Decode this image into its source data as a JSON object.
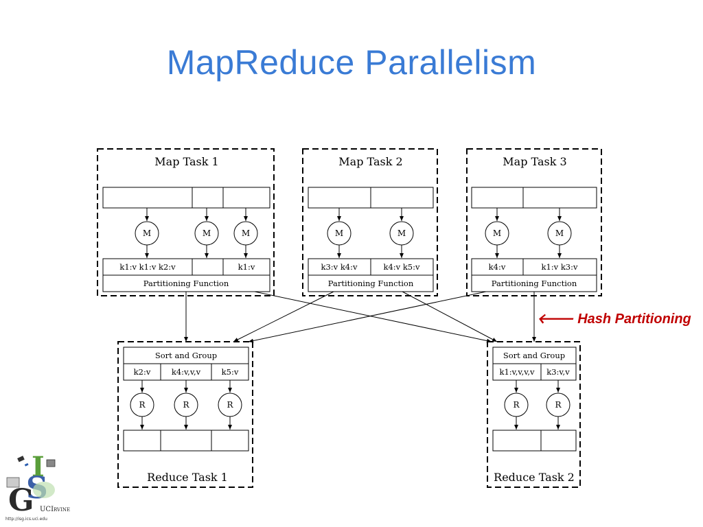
{
  "slide": {
    "title": "MapReduce Parallelism"
  },
  "map_tasks": [
    {
      "title": "Map Task 1",
      "mapper_label": "M",
      "outputs": [
        "k1:v k1:v k2:v",
        "",
        "k1:v"
      ],
      "partition_label": "Partitioning Function"
    },
    {
      "title": "Map Task 2",
      "mapper_label": "M",
      "outputs": [
        "k3:v k4:v",
        "k4:v k5:v"
      ],
      "partition_label": "Partitioning Function"
    },
    {
      "title": "Map Task 3",
      "mapper_label": "M",
      "outputs": [
        "k4:v",
        "k1:v k3:v"
      ],
      "partition_label": "Partitioning Function"
    }
  ],
  "reduce_tasks": [
    {
      "title": "Reduce Task 1",
      "sort_label": "Sort and Group",
      "groups": [
        "k2:v",
        "k4:v,v,v",
        "k5:v"
      ],
      "reducer_label": "R"
    },
    {
      "title": "Reduce Task 2",
      "sort_label": "Sort and Group",
      "groups": [
        "k1:v,v,v,v",
        "k3:v,v"
      ],
      "reducer_label": "R"
    }
  ],
  "annotation": {
    "arrow": "🡐",
    "text": "Hash Partitioning",
    "color": "#c00000"
  },
  "logo": {
    "url": "http://isg.ics.uci.edu",
    "org": "UCI",
    "org_small": "RVINE"
  }
}
